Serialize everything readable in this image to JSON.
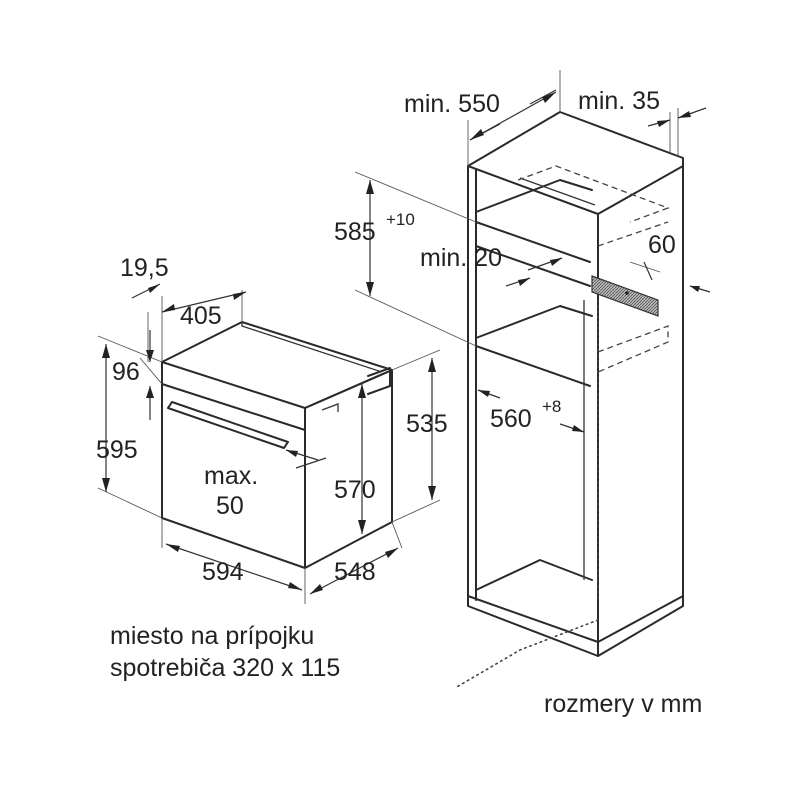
{
  "dimension_labels": {
    "min_550": "min. 550",
    "min_35": "min. 35",
    "d585": "585",
    "d585_tol": "+10",
    "min_20": "min. 20",
    "d60": "60",
    "d19_5": "19,5",
    "d405": "405",
    "d96": "96",
    "d595": "595",
    "d535": "535",
    "d560": "560",
    "d560_tol": "+8",
    "max": "max.",
    "d50": "50",
    "d570": "570",
    "d594": "594",
    "d548": "548"
  },
  "notes": {
    "connection_line1": "miesto na prípojku",
    "connection_line2": "spotrebiča 320 x 115",
    "units": "rozmery v mm"
  },
  "colors": {
    "line": "#2a2a2a",
    "text": "#222222",
    "background": "#ffffff",
    "connection_area_hatch": "#777777"
  }
}
